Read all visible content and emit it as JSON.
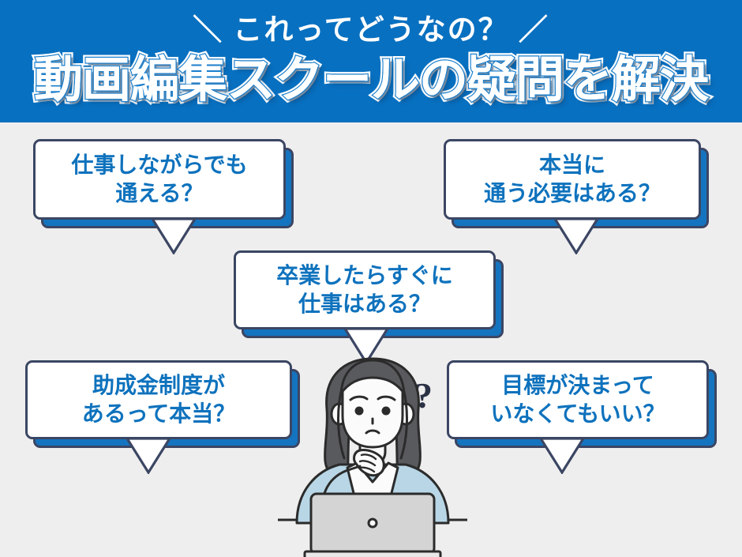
{
  "header": {
    "sub_text": "＼ これってどうなの？ ／",
    "title": "動画編集スクールの疑問を解決",
    "bg_color": "#0870c0",
    "text_color": "#ffffff"
  },
  "page": {
    "background_color": "#efeeee",
    "bubble_border_color": "#3b4663",
    "bubble_face_color": "#ffffff",
    "bubble_shadow_color": "#1574bf",
    "bubble_text_color": "#0e72bd"
  },
  "bubbles": [
    {
      "id": "work-while-attending",
      "text": "仕事しながらでも\n通える？"
    },
    {
      "id": "really-need-to-attend",
      "text": "本当に\n通う必要はある？"
    },
    {
      "id": "job-right-after-graduation",
      "text": "卒業したらすぐに\n仕事はある？"
    },
    {
      "id": "subsidy-system-real",
      "text": "助成金制度が\nあるって本当？"
    },
    {
      "id": "no-goal-decided-ok",
      "text": "目標が決まって\nいなくてもいい？"
    }
  ],
  "illustration": {
    "question_mark": "?",
    "hair_color": "#595a5e",
    "skin_color": "#fbfbfb",
    "clothing_color": "#b8d6e6",
    "laptop_color": "#d4d4d4",
    "outline_color": "#2b2b2b"
  }
}
